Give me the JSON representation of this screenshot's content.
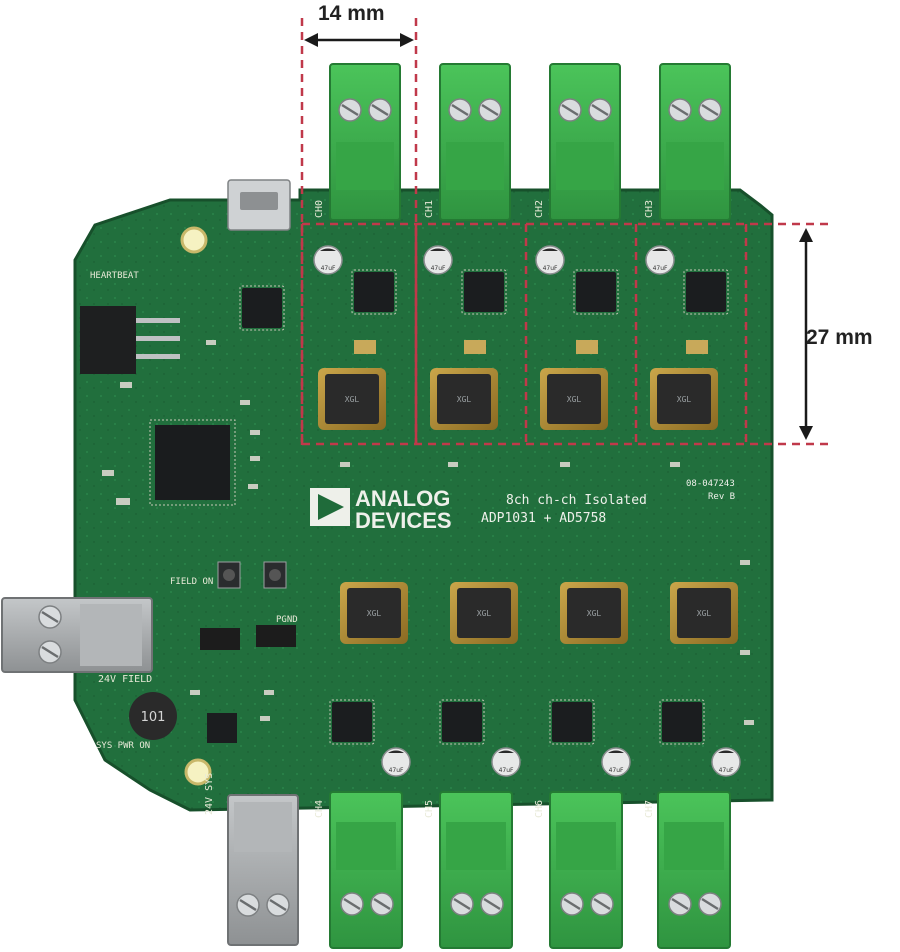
{
  "annotations": {
    "width_label": "14 mm",
    "height_label": "27 mm"
  },
  "board": {
    "brand_line1": "ANALOG",
    "brand_line2": "DEVICES",
    "title_line1": "8ch ch-ch Isolated",
    "title_line2": "ADP1031 + AD5758",
    "part_number": "08-047243",
    "revision": "Rev B",
    "silk_heartbeat": "HEARTBEAT",
    "silk_field": "24V FIELD",
    "silk_sys": "24V SYS",
    "silk_sys_pwr": "SYS PWR ON",
    "silk_pgnd": "PGND",
    "silk_field_on": "FIELD ON",
    "inductor_mark": "101",
    "cap_mark": "47uF",
    "channels_top": [
      "CH0",
      "CH1",
      "CH2",
      "CH3"
    ],
    "channels_bottom": [
      "CH4",
      "CH5",
      "CH6",
      "CH7"
    ]
  },
  "colors": {
    "pcb": "#1f6b3a",
    "pcb_edge": "#17502b",
    "connector_green": "#3cb04a",
    "connector_grey": "#a9acae",
    "dimension_line": "#c0394a",
    "arrow": "#1a1a1a"
  }
}
